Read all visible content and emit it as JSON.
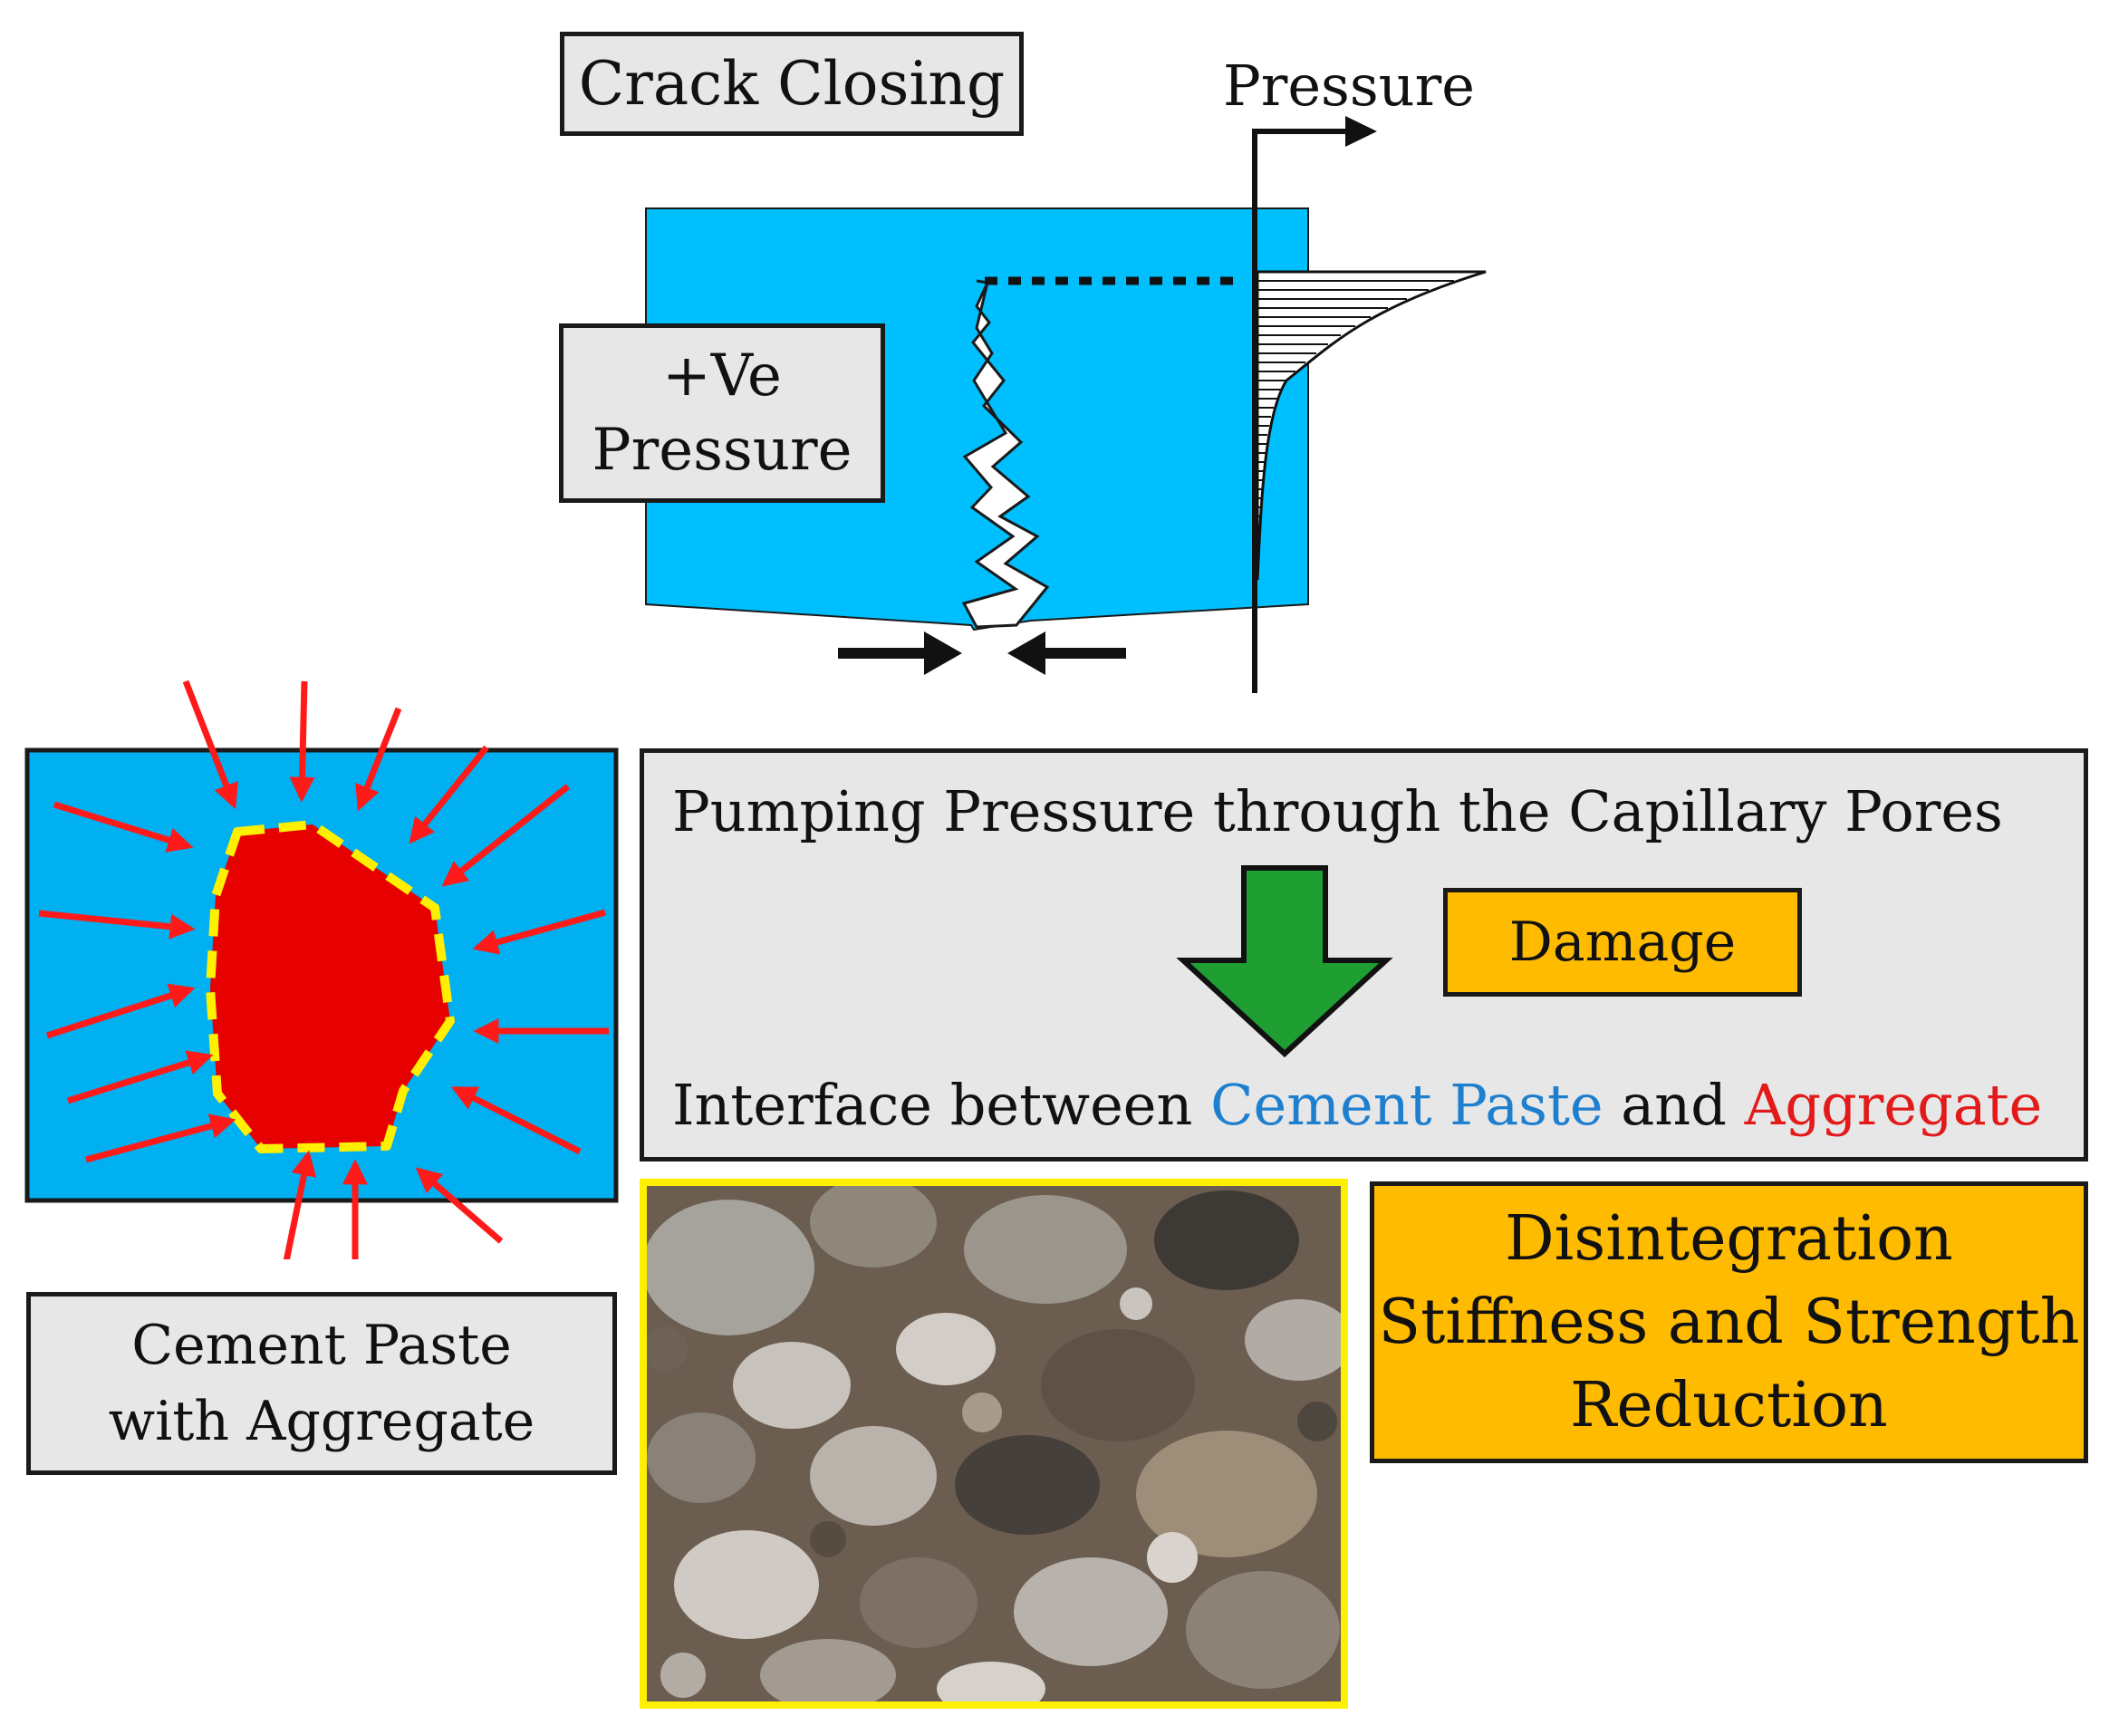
{
  "top_panel": {
    "title": "Crack Closing",
    "pressure_label": "Pressure",
    "positive_pressure_lines": [
      "+Ve",
      "Pressure"
    ]
  },
  "left_panel": {
    "caption_lines": [
      "Cement Paste",
      "with Aggregate"
    ]
  },
  "pumping_box": {
    "heading": "Pumping Pressure through the Capillary Pores",
    "interface_prefix": "Interface between ",
    "cement_paste": "Cement Paste",
    "connector": " and ",
    "aggregate": "Aggregate",
    "damage_label": "Damage"
  },
  "result_box": {
    "lines": [
      "Disintegration",
      "Stiffness and Strength",
      "Reduction"
    ]
  },
  "colors": {
    "concrete_blue": "#00bfff",
    "paste_blue": "#00b0f0",
    "aggregate_red": "#e60000",
    "interface_yellow": "#ffef00",
    "arrow_red": "#ff1a1a",
    "down_arrow_green": "#1f9e32",
    "box_grey": "#e7e7e7",
    "box_amber": "#ffbb00",
    "cement_text_blue": "#1f7fcf",
    "aggregate_text_red": "#e31a1a"
  }
}
